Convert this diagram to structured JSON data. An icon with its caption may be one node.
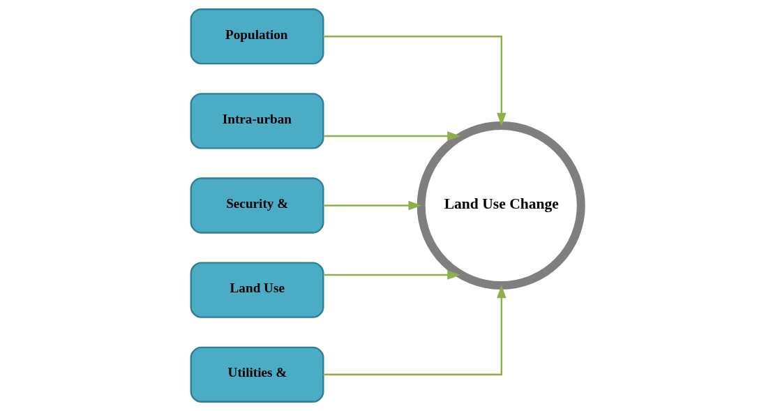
{
  "diagram": {
    "nodes": [
      {
        "text": [
          "Population"
        ]
      },
      {
        "text": [
          "Intra-urban"
        ]
      },
      {
        "text": [
          "Security &"
        ]
      },
      {
        "text": [
          "Land Use"
        ]
      },
      {
        "text": [
          "Utilities &"
        ]
      },
      {
        "text": [
          "Land Use Change"
        ]
      }
    ],
    "edges": [
      {
        "from": 0,
        "to": 5,
        "arrow": "to"
      },
      {
        "from": 1,
        "to": 5,
        "arrow": "to"
      },
      {
        "from": 2,
        "to": 5,
        "arrow": "to"
      },
      {
        "from": 3,
        "to": 5,
        "arrow": "to"
      },
      {
        "from": 4,
        "to": 5,
        "arrow": "to"
      }
    ]
  }
}
